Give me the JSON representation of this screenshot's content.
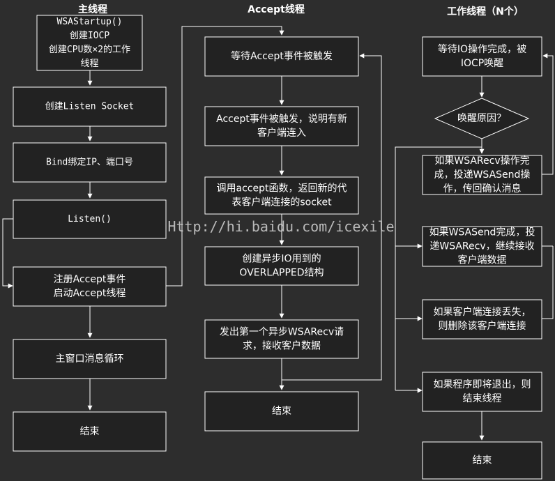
{
  "columns": {
    "main": "主线程",
    "accept": "Accept线程",
    "worker": "工作线程（N个）"
  },
  "main": {
    "wsastartup": [
      "WSAStartup()",
      "创建IOCP",
      "创建CPU数×2的工作",
      "线程"
    ],
    "listen_socket": [
      "创建Listen Socket"
    ],
    "bind": [
      "Bind绑定IP、端口号"
    ],
    "listen": [
      "Listen()"
    ],
    "register_accept": [
      "注册Accept事件",
      "启动Accept线程"
    ],
    "message_loop": [
      "主窗口消息循环"
    ],
    "end": [
      "结束"
    ]
  },
  "accept": {
    "wait_accept": [
      "等待Accept事件被触发"
    ],
    "accept_triggered": [
      "Accept事件被触发，说明有新",
      "客户端连入"
    ],
    "call_accept": [
      "调用accept函数，返回新的代",
      "表客户端连接的socket"
    ],
    "create_overlapped": [
      "创建异步IO用到的",
      "OVERLAPPED结构"
    ],
    "post_first_recv": [
      "发出第一个异步WSARecv请",
      "求，接收客户数据"
    ],
    "end": [
      "结束"
    ]
  },
  "worker": {
    "wait_io": [
      "等待IO操作完成，被",
      "IOCP唤醒"
    ],
    "wake_reason": [
      "唤醒原因？"
    ],
    "recv_done": [
      "如果WSARecv操作完",
      "成，投递WSASend操",
      "作，传回确认消息"
    ],
    "send_done": [
      "如果WSASend完成，投",
      "递WSARecv，继续接收",
      "客户端数据"
    ],
    "disconnect": [
      "如果客户端连接丢失，",
      "则删除该客户端连接"
    ],
    "exit": [
      "如果程序即将退出，则",
      "结束线程"
    ],
    "end": [
      "结束"
    ]
  },
  "watermark": "Http://hi.baidu.com/icexile",
  "colors": {
    "background": "#2d2d2d",
    "box_fill": "#222222",
    "stroke": "#ffffff"
  }
}
